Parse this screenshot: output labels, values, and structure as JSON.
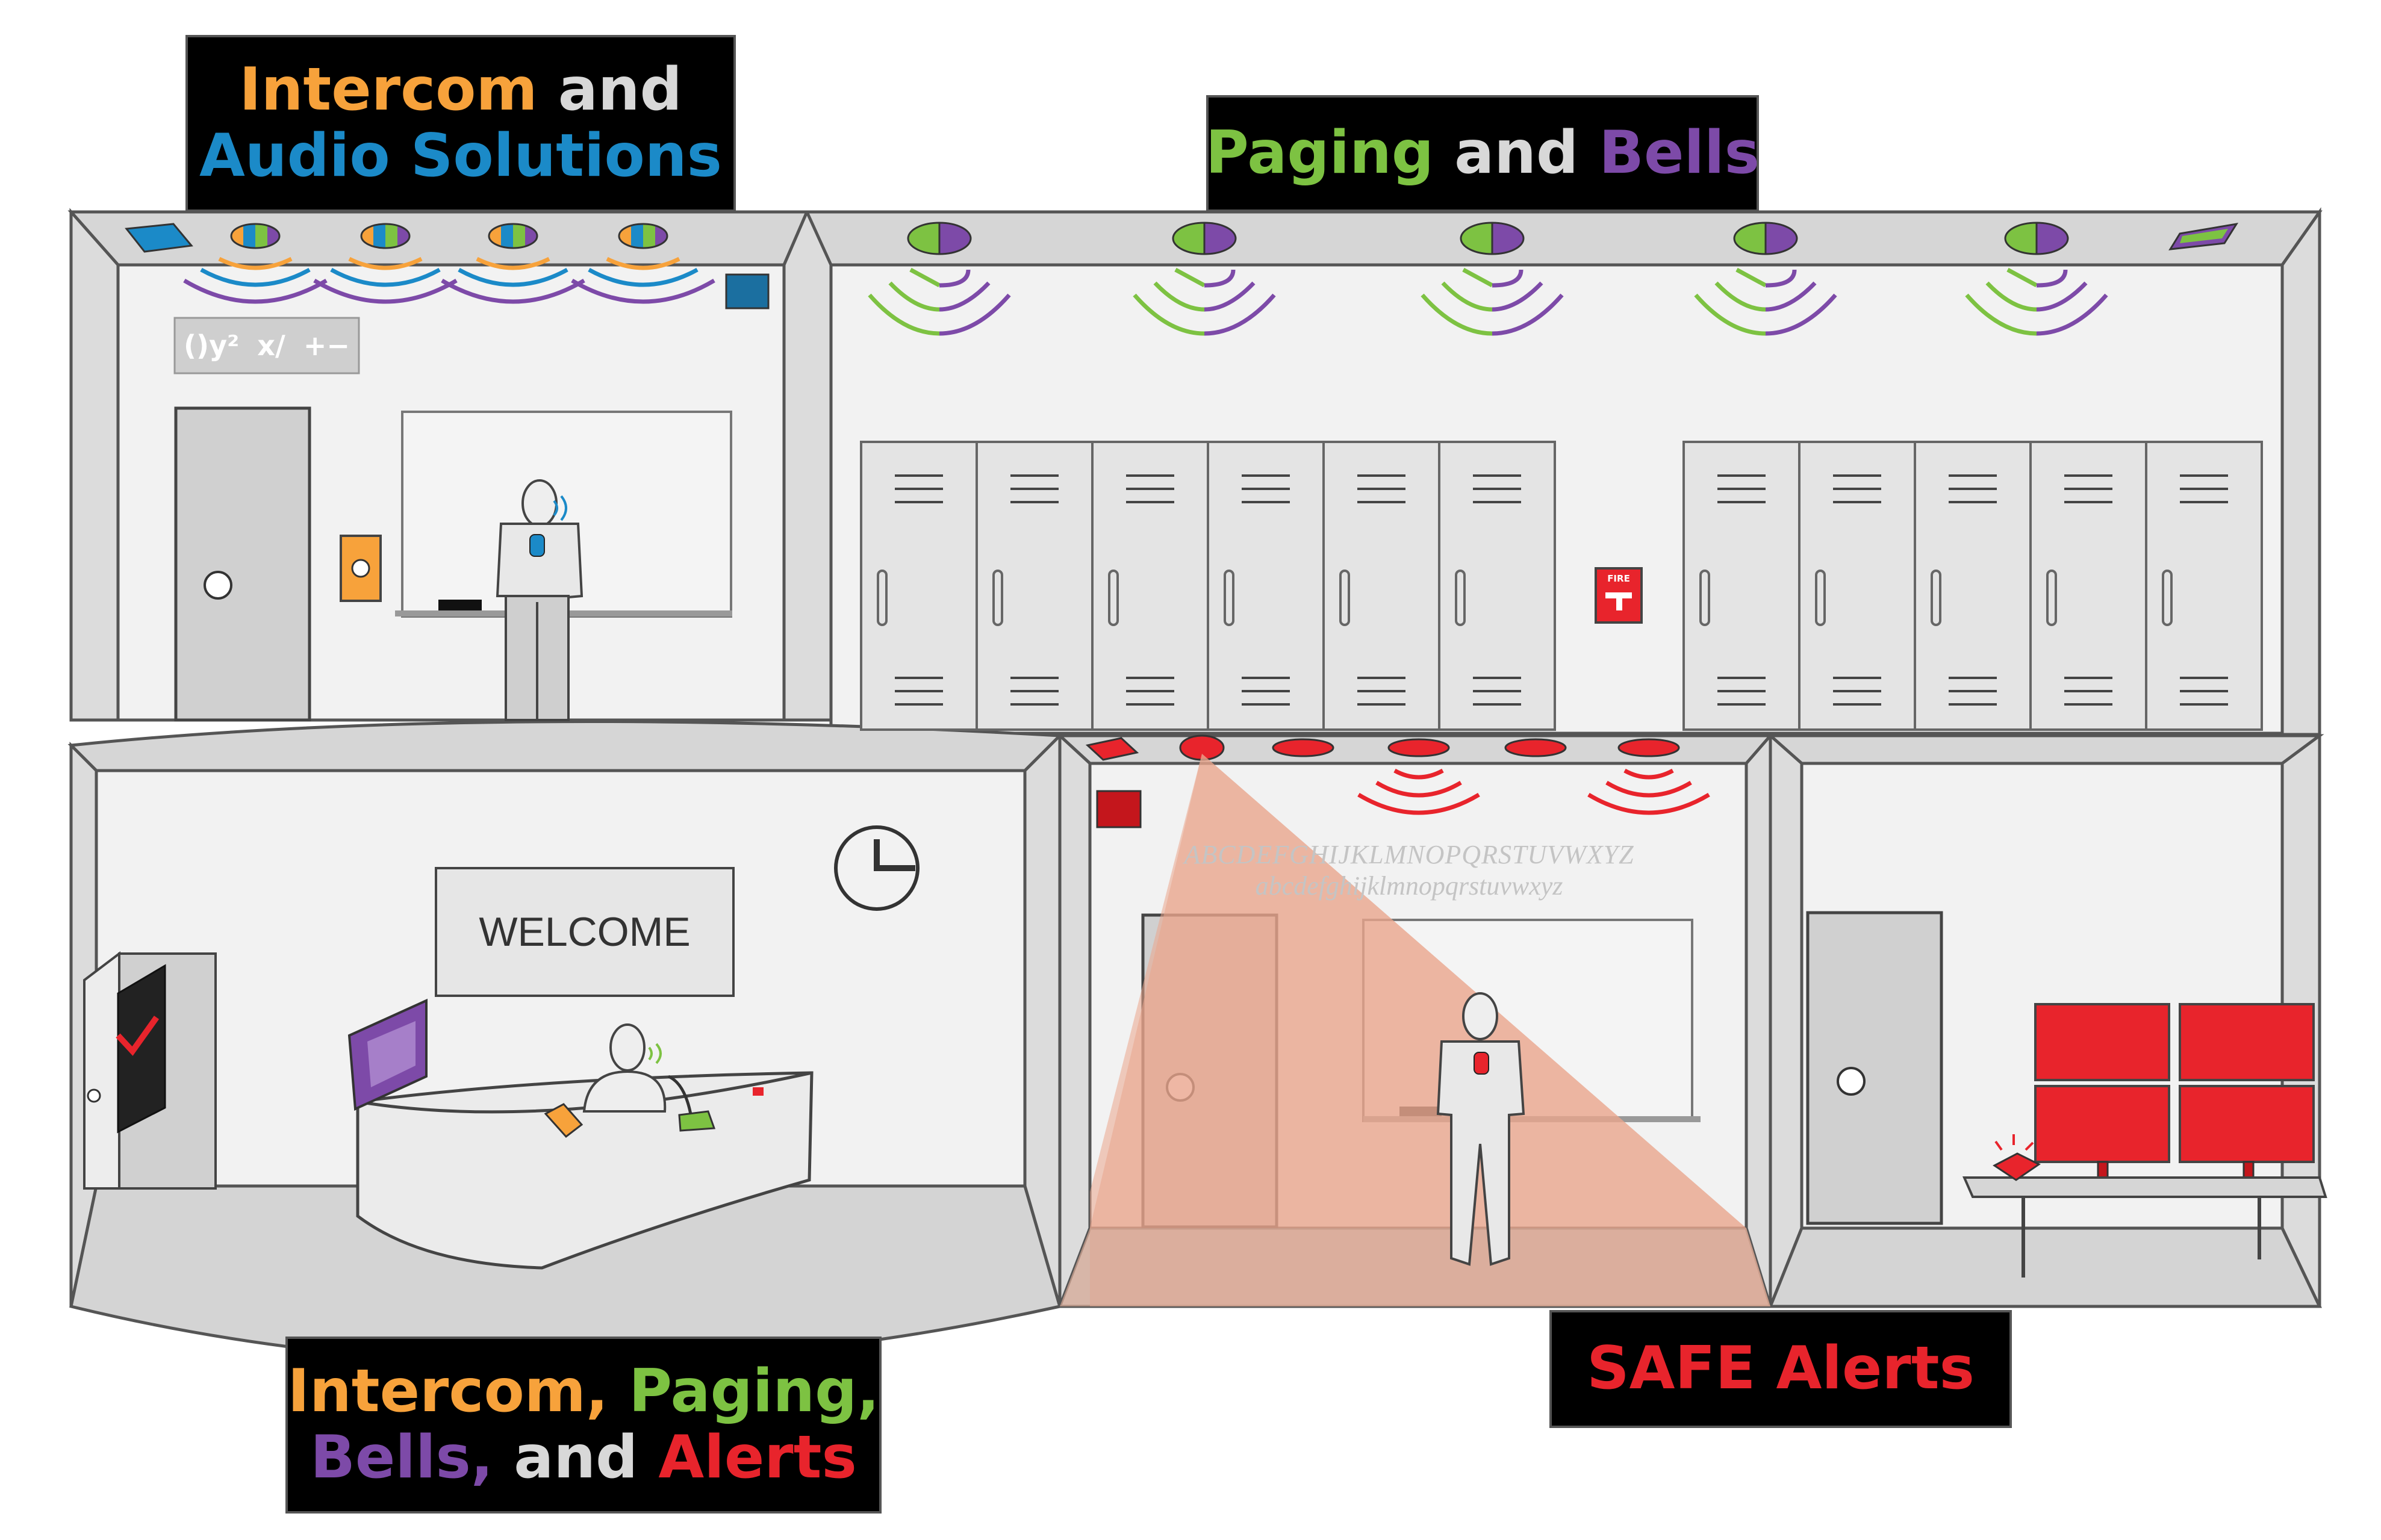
{
  "labels": {
    "intercom_audio": {
      "line1_a": "Intercom",
      "line1_b": " and",
      "line2": "Audio Solutions"
    },
    "paging_bells": {
      "a": "Paging",
      "b": " and ",
      "c": "Bells"
    },
    "combo": {
      "line1_a": "Intercom,",
      "line1_b": " Paging,",
      "line2_a": "Bells,",
      "line2_b": " and ",
      "line2_c": "Alerts"
    },
    "safe": "SAFE Alerts"
  },
  "signs": {
    "welcome": "WELCOME",
    "math": [
      "()y²",
      "x/",
      "+−"
    ],
    "alphabet_upper": "ABCDEFGHIJKLMNOPQRSTUVWXYZ",
    "alphabet_lower": "abcdefghijklmnopqrstuvwxyz",
    "fire_pull": "FIRE"
  },
  "colors": {
    "intercom": "#f7a23b",
    "audio": "#1b8ac8",
    "paging": "#7dc242",
    "bells": "#7d4aa8",
    "alerts": "#e8242c",
    "wall": "#f2f2f2",
    "floor": "#d4d4d4",
    "outline": "#555555"
  },
  "icons": [
    "ceiling-speaker-icon",
    "sound-wave-icon",
    "strobe-light-icon",
    "fire-alarm-pull-icon",
    "clock-icon",
    "wall-clock-hands-icon",
    "panic-phone-icon",
    "microphone-icon",
    "monitor-icon"
  ]
}
